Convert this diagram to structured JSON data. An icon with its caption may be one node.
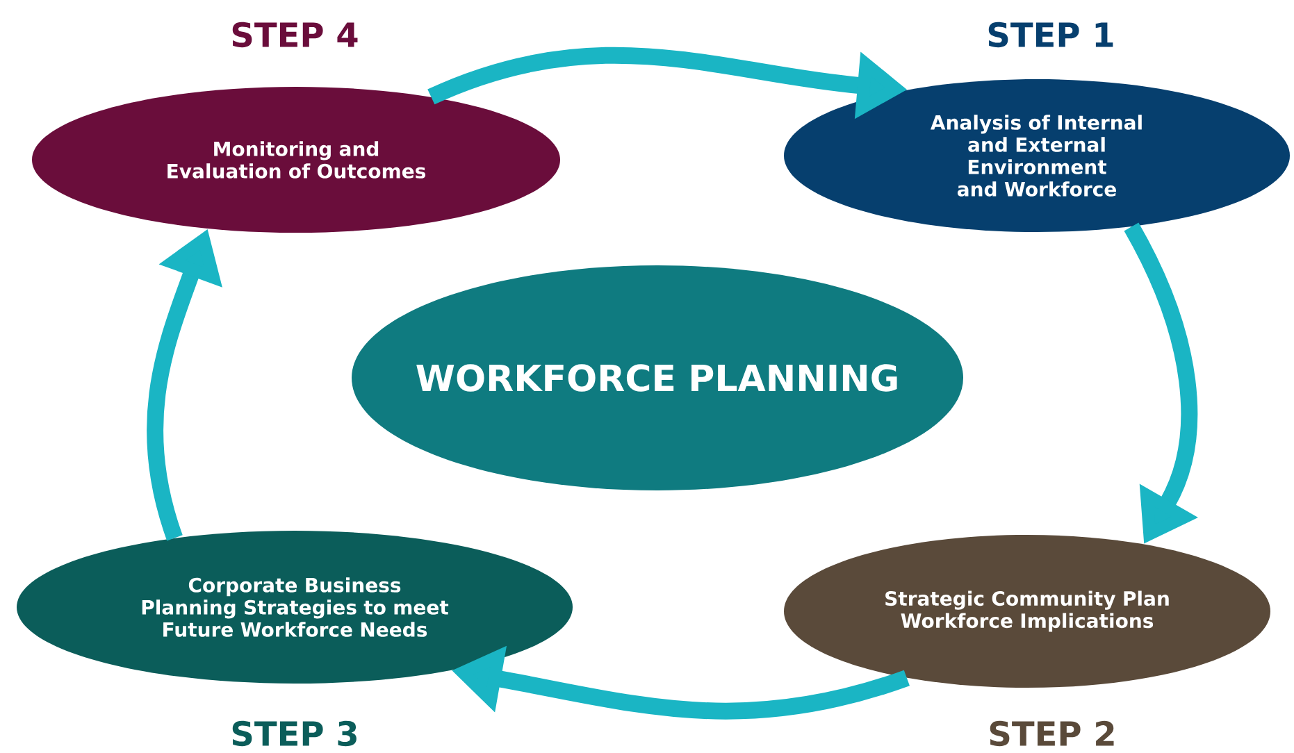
{
  "diagram": {
    "nodes": [
      {
        "text": [
          "WORKFORCE PLANNING"
        ]
      },
      {
        "text": [
          "Analysis of Internal and External Environment and Workforce"
        ],
        "beside": [
          "STEP 1"
        ]
      },
      {
        "text": [
          "Strategic Community Plan Workforce Implications"
        ],
        "beside": [
          "STEP 2"
        ]
      },
      {
        "text": [
          "Corporate Business Planning Strategies to meet Future Workforce Needs"
        ],
        "beside": [
          "STEP 3"
        ]
      },
      {
        "text": [
          "Monitoring and Evaluation of Outcomes"
        ],
        "beside": [
          "STEP 4"
        ]
      }
    ],
    "edges": [
      {
        "from": 4,
        "to": 1,
        "arrow": "to"
      },
      {
        "from": 1,
        "to": 2,
        "arrow": "to"
      },
      {
        "from": 2,
        "to": 3,
        "arrow": "to"
      },
      {
        "from": 3,
        "to": 4,
        "arrow": "to"
      }
    ]
  }
}
